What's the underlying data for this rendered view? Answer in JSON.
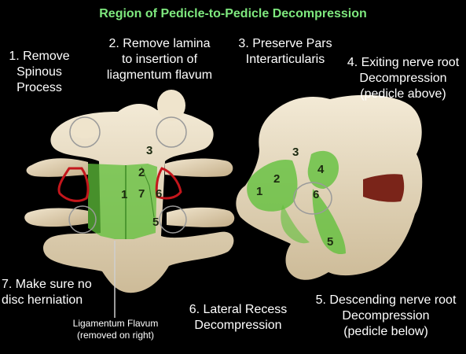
{
  "title": "Region of Pedicle-to-Pedicle Decompression",
  "steps": [
    {
      "line1": "1. Remove",
      "line2": "Spinous",
      "line3": "Process"
    },
    {
      "line1": "2. Remove lamina",
      "line2": "to insertion of",
      "line3": "liagmentum flavum"
    },
    {
      "line1": "3. Preserve Pars",
      "line2": "Interarticularis"
    },
    {
      "line1": "4. Exiting nerve root",
      "line2": "Decompression",
      "line3": "(pedicle above)"
    },
    {
      "line1": "5. Descending nerve root",
      "line2": "Decompression",
      "line3": "(pedicle below)"
    },
    {
      "line1": "6. Lateral Recess",
      "line2": "Decompression"
    },
    {
      "line1": "7. Make sure no",
      "line2": "disc herniation"
    }
  ],
  "ligamentum": {
    "line1": "Ligamentum Flavum",
    "line2": "(removed on right)"
  },
  "markers": {
    "left": [
      "1",
      "2",
      "3",
      "7",
      "6",
      "5"
    ],
    "right": [
      "1",
      "2",
      "3",
      "4",
      "6",
      "5"
    ]
  },
  "colors": {
    "title": "#7ee87e",
    "text": "#ffffff",
    "highlight": "#5fc03a",
    "outline": "#c4161c",
    "bone": "#e9dcc4"
  }
}
